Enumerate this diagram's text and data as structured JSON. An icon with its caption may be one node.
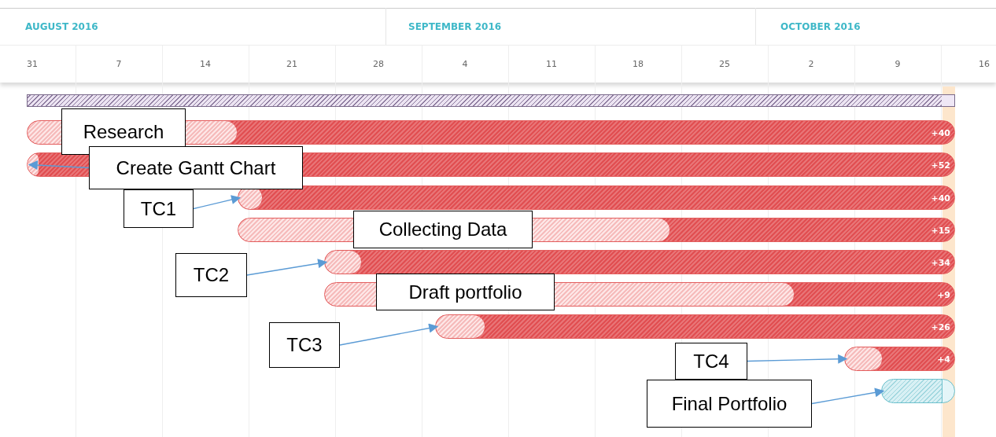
{
  "diagram": {
    "nodes": [
      {
        "text": [],
        "shape": "bar"
      },
      {
        "text": [
          "+40"
        ]
      },
      {
        "text": [
          "Research"
        ]
      },
      {
        "text": [
          "+52"
        ]
      },
      {
        "text": [
          "Create Gantt Chart"
        ]
      },
      {
        "text": [
          "+40"
        ]
      },
      {
        "text": [
          "TC1"
        ]
      },
      {
        "text": [
          "+15"
        ]
      },
      {
        "text": [
          "Collecting Data"
        ]
      },
      {
        "text": [
          "+34"
        ]
      },
      {
        "text": [
          "TC2"
        ]
      },
      {
        "text": [
          "+9"
        ]
      },
      {
        "text": [
          "Draft portfolio"
        ]
      },
      {
        "text": [
          "+26"
        ]
      },
      {
        "text": [
          "TC3"
        ]
      },
      {
        "text": [
          "+4"
        ]
      },
      {
        "text": [
          "TC4"
        ]
      },
      {
        "text": [
          "Final Portfolio"
        ]
      },
      {
        "text": [],
        "shape": "bar"
      }
    ],
    "edges": [
      {
        "from": 4,
        "to": 3,
        "arrow": "to"
      },
      {
        "from": 6,
        "to": 5,
        "arrow": "to"
      },
      {
        "from": 10,
        "to": 9,
        "arrow": "to"
      },
      {
        "from": 14,
        "to": 13,
        "arrow": "to"
      },
      {
        "from": 16,
        "to": 15,
        "arrow": "to"
      },
      {
        "from": 17,
        "to": 18,
        "arrow": "to"
      }
    ],
    "labels": [
      "AUGUST 2016",
      "SEPTEMBER 2016",
      "OCTOBER 2016",
      "31",
      "7",
      "14",
      "21",
      "28",
      "4",
      "11",
      "18",
      "25",
      "2",
      "9",
      "16"
    ]
  }
}
